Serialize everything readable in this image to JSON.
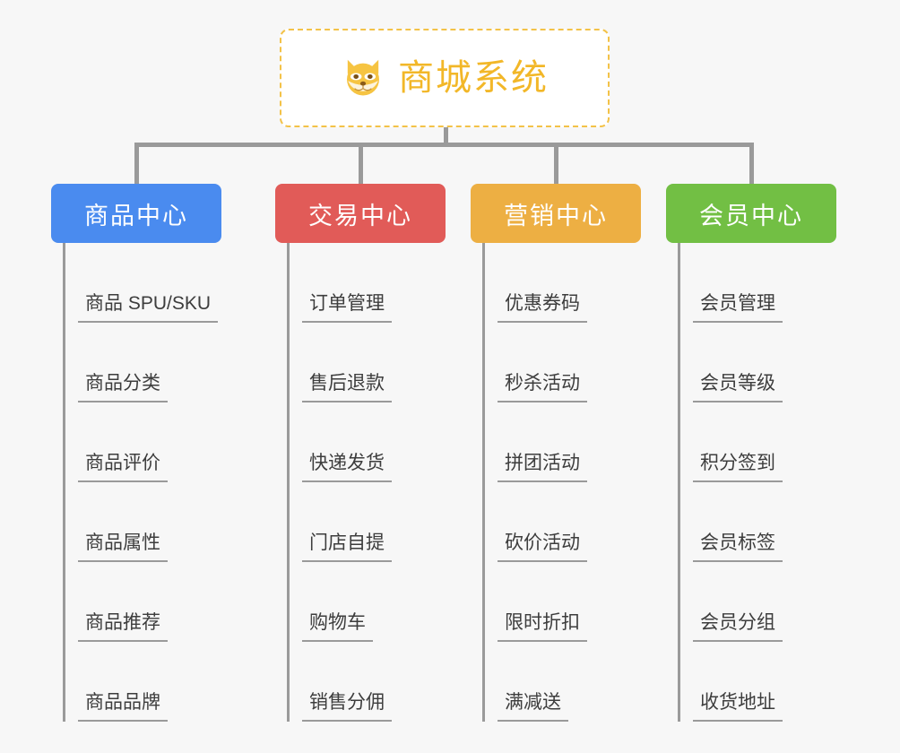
{
  "diagram": {
    "type": "org-chart",
    "background_color": "#f7f7f7",
    "connector_color": "#9a9a9a"
  },
  "root": {
    "title": "商城系统",
    "icon": "shiba-dog-face-icon",
    "border_color": "#f3c248",
    "text_color": "#f2b728"
  },
  "branches": [
    {
      "label": "商品中心",
      "color": "#4a8bef",
      "items": [
        {
          "label": "商品 SPU/SKU"
        },
        {
          "label": "商品分类"
        },
        {
          "label": "商品评价"
        },
        {
          "label": "商品属性"
        },
        {
          "label": "商品推荐"
        },
        {
          "label": "商品品牌"
        }
      ]
    },
    {
      "label": "交易中心",
      "color": "#e15b58",
      "items": [
        {
          "label": "订单管理"
        },
        {
          "label": "售后退款"
        },
        {
          "label": "快递发货"
        },
        {
          "label": "门店自提"
        },
        {
          "label": "购物车"
        },
        {
          "label": "销售分佣"
        }
      ]
    },
    {
      "label": "营销中心",
      "color": "#edaf43",
      "items": [
        {
          "label": "优惠券码"
        },
        {
          "label": "秒杀活动"
        },
        {
          "label": "拼团活动"
        },
        {
          "label": "砍价活动"
        },
        {
          "label": "限时折扣"
        },
        {
          "label": "满减送"
        }
      ]
    },
    {
      "label": "会员中心",
      "color": "#72bf44",
      "items": [
        {
          "label": "会员管理"
        },
        {
          "label": "会员等级"
        },
        {
          "label": "积分签到"
        },
        {
          "label": "会员标签"
        },
        {
          "label": "会员分组"
        },
        {
          "label": "收货地址"
        }
      ]
    }
  ]
}
